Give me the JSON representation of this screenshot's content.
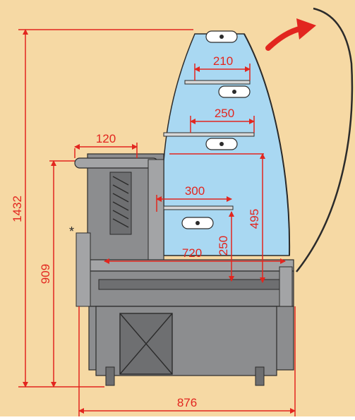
{
  "colors": {
    "background": "#f6d9a4",
    "dimension": "#e2261f",
    "glass": "#a9d8f2",
    "body_dark": "#6e6f71",
    "body_mid": "#8c8d8f",
    "body_light": "#a3a4a6",
    "outline": "#2b2b2b",
    "arrow": "#e2261f"
  },
  "dimensions": {
    "total_height": "1432",
    "counter_height": "909",
    "top_shelf_depth": "210",
    "middle_shelf_depth": "250",
    "bottom_shelf_depth": "300",
    "worktop_depth": "120",
    "inner_height": "495",
    "base_clearance": "250",
    "display_depth": "720",
    "total_depth": "876"
  },
  "marks": {
    "asterisk": "*"
  },
  "icons": {
    "open_arrow": "curved-arrow-icon",
    "shelf_label": "price-tag-icon"
  }
}
